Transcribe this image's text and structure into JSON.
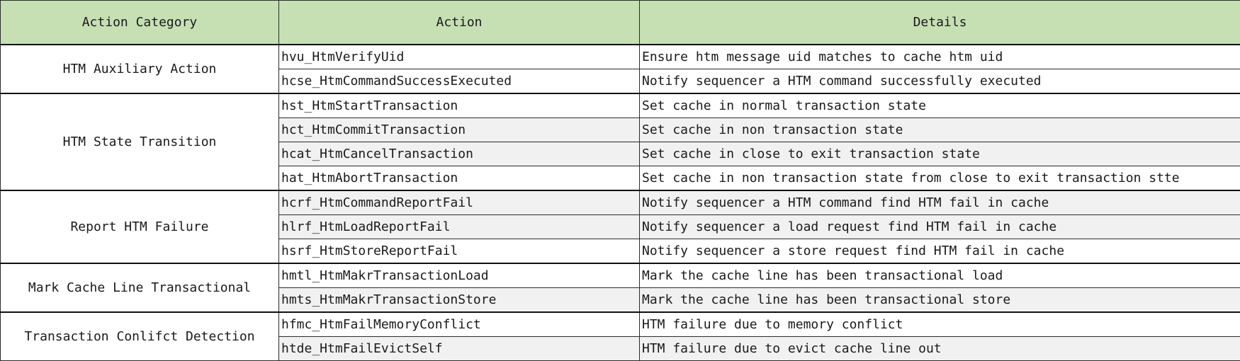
{
  "headers": [
    "Action Category",
    "Action",
    "Details"
  ],
  "groups": [
    {
      "category": "HTM Auxiliary Action",
      "rows": [
        {
          "action": "hvu_HtmVerifyUid",
          "details": "Ensure htm message uid matches to cache htm uid"
        },
        {
          "action": "hcse_HtmCommandSuccessExecuted",
          "details": "Notify sequencer a HTM command successfully executed"
        }
      ]
    },
    {
      "category": "HTM State Transition",
      "rows": [
        {
          "action": "hst_HtmStartTransaction",
          "details": "Set cache in normal transaction state"
        },
        {
          "action": "hct_HtmCommitTransaction",
          "details": "Set cache in non transaction state"
        },
        {
          "action": "hcat_HtmCancelTransaction",
          "details": "Set cache in close to exit transaction state"
        },
        {
          "action": "hat_HtmAbortTransaction",
          "details": "Set cache in non transaction state from close to exit transaction stte"
        }
      ]
    },
    {
      "category": "Report HTM Failure",
      "rows": [
        {
          "action": "hcrf_HtmCommandReportFail",
          "details": "Notify sequencer a HTM command find HTM fail in cache"
        },
        {
          "action": "hlrf_HtmLoadReportFail",
          "details": "Notify sequencer a load request find HTM fail in cache"
        },
        {
          "action": "hsrf_HtmStoreReportFail",
          "details": "Notify sequencer a store request find HTM fail in cache"
        }
      ]
    },
    {
      "category": "Mark Cache Line Transactional",
      "rows": [
        {
          "action": "hmtl_HtmMakrTransactionLoad",
          "details": "Mark the cache line has been transactional load"
        },
        {
          "action": "hmts_HtmMakrTransactionStore",
          "details": "Mark the cache line has been transactional store"
        }
      ]
    },
    {
      "category": "Transaction Conlifct Detection",
      "rows": [
        {
          "action": "hfmc_HtmFailMemoryConflict",
          "details": "HTM failure due to memory conflict"
        },
        {
          "action": "htde_HtmFailEvictSelf",
          "details": "HTM failure due to evict cache line out"
        }
      ]
    }
  ],
  "colors": {
    "header_bg": "#c6e0b4",
    "shaded_row_bg": "#f1f1f1",
    "border": "#2b2b2b"
  }
}
